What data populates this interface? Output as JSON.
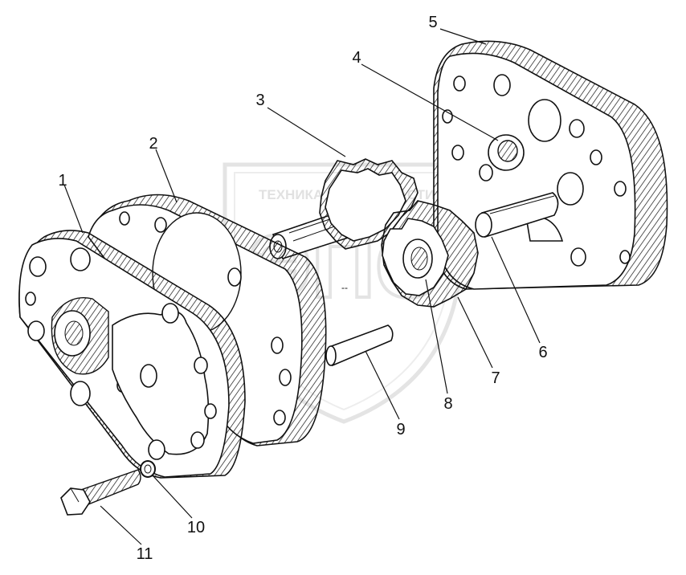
{
  "watermark": {
    "left_text": "ТЕХНИКА",
    "right_text": "ЗАПЧАСТИ",
    "logo_text": "ЭПС",
    "logo_icon": "gear-icon"
  },
  "callouts": [
    {
      "id": "1",
      "label": "1",
      "part": "pump-cover"
    },
    {
      "id": "2",
      "label": "2",
      "part": "pump-housing"
    },
    {
      "id": "3",
      "label": "3",
      "part": "drive-gear-with-shaft"
    },
    {
      "id": "4",
      "label": "4",
      "part": "bushing"
    },
    {
      "id": "5",
      "label": "5",
      "part": "pump-base-plate"
    },
    {
      "id": "6",
      "label": "6",
      "part": "driven-gear-axle"
    },
    {
      "id": "7",
      "label": "7",
      "part": "driven-gear"
    },
    {
      "id": "8",
      "label": "8",
      "part": "gear-bore"
    },
    {
      "id": "9",
      "label": "9",
      "part": "dowel-pin"
    },
    {
      "id": "10",
      "label": "10",
      "part": "spring-washer"
    },
    {
      "id": "11",
      "label": "11",
      "part": "bolt"
    }
  ]
}
